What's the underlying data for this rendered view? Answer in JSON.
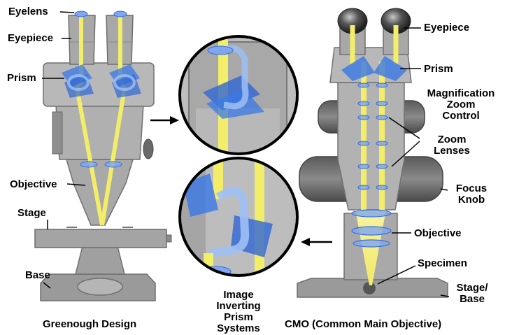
{
  "labels": {
    "eyelens": "Eyelens",
    "eyepiece_left": "Eyepiece",
    "prism_left": "Prism",
    "objective_left": "Objective",
    "stage": "Stage",
    "base": "Base",
    "eyepiece_right": "Eyepiece",
    "prism_right": "Prism",
    "magnification_line1": "Magnification",
    "magnification_line2": "Zoom",
    "magnification_line3": "Control",
    "zoom_line1": "Zoom",
    "zoom_line2": "Lenses",
    "focus_line1": "Focus",
    "focus_line2": "Knob",
    "objective_right": "Objective",
    "specimen": "Specimen",
    "stage_base_line1": "Stage/",
    "stage_base_line2": "Base",
    "image_inverting_line1": "Image",
    "image_inverting_line2": "Inverting",
    "image_inverting_line3": "Prism",
    "image_inverting_line4": "Systems"
  },
  "captions": {
    "left": "Greenough Design",
    "right": "CMO (Common Main Objective)"
  },
  "colors": {
    "body_gray": "#a7a7a7",
    "dark_gray": "#6e6e6e",
    "light_ray": "#f3ee6a",
    "prism_blue": "#3a78e6",
    "lens_blue": "#7fa6ee"
  }
}
